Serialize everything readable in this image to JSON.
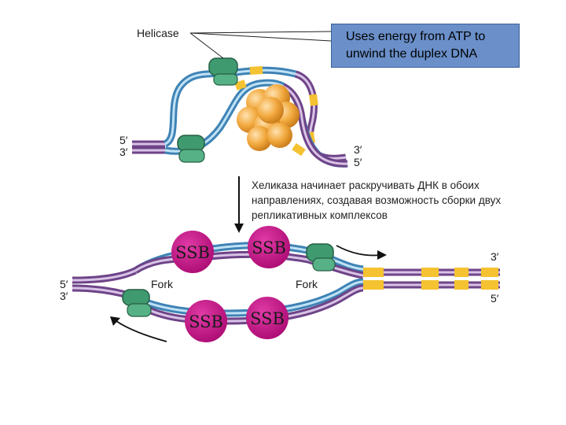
{
  "labels": {
    "helicase": "Helicase",
    "callout_line1": "Uses energy from ATP to",
    "callout_line2": "unwind the duplex DNA",
    "russian_text": "Хеликаза начинает раскручивать ДНК в обоих направлениях, создавая возможность сборки двух репликативных комплексов",
    "fork_left": "Fork",
    "fork_right": "Fork",
    "ssb": "SSB",
    "top_left_5": "5′",
    "top_left_3": "3′",
    "top_right_3": "3′",
    "top_right_5": "5′",
    "bottom_left_5": "5′",
    "bottom_left_3": "3′",
    "bottom_right_3": "3′",
    "bottom_right_5": "5′"
  },
  "colors": {
    "strand_purple": "#9b6fb3",
    "strand_blue": "#6fb7de",
    "strand_yellow": "#f5c232",
    "helicase_green": "#3f9a70",
    "ssb_magenta": "#c00a85",
    "ball_orange": "#f2a93e",
    "callout_blue": "#6a8fc9"
  }
}
